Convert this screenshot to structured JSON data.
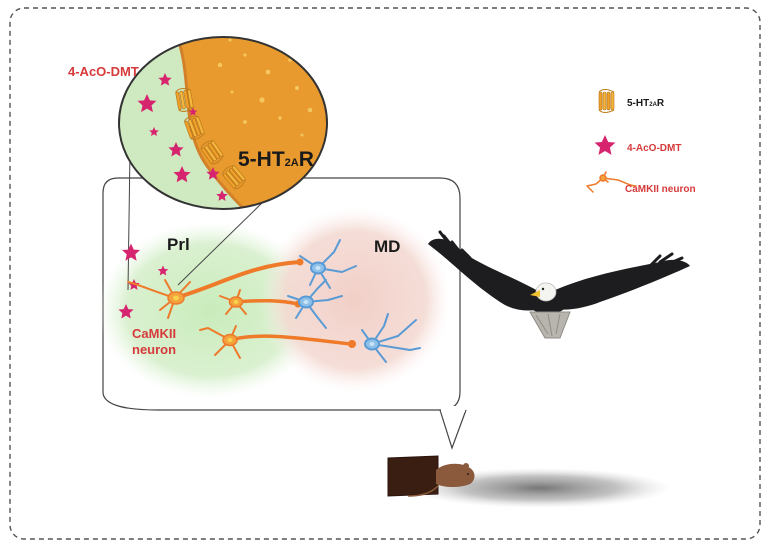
{
  "figure": {
    "zoom_label_drug": "4-AcO-DMT",
    "zoom_label_receptor_main": "5-HT",
    "zoom_label_receptor_sub": "2A",
    "zoom_label_receptor_end": "R",
    "region_prl": "Prl",
    "region_md": "MD",
    "neuron_label_line1": "CaMKII",
    "neuron_label_line2": "neuron"
  },
  "legend": {
    "receptor_main": "5-HT",
    "receptor_sub": "2A",
    "receptor_end": "R",
    "drug": "4-AcO-DMT",
    "neuron": "CaMKII neuron"
  },
  "colors": {
    "drug_red": "#d63a3a",
    "star_magenta": "#d6246e",
    "receptor_orange": "#f1a12a",
    "membrane_orange": "#e99a2e",
    "neuron_orange": "#ee7a2a",
    "neuron_blue": "#5b9bd5",
    "prl_green": "#cfe8c2",
    "md_pink": "#f1d2cc",
    "zoom_green": "#cfe9c0"
  }
}
